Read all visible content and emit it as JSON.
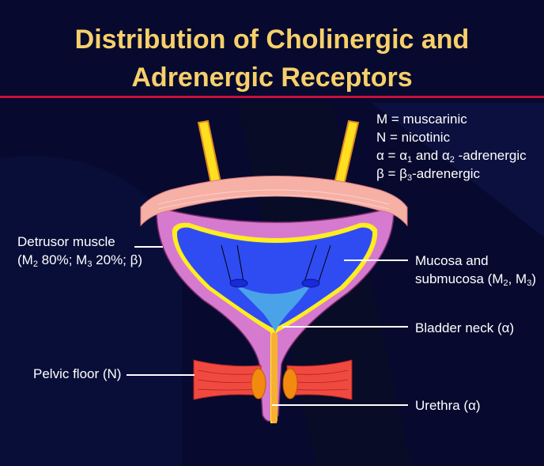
{
  "title": {
    "line1": "Distribution of Cholinergic and",
    "line2": "Adrenergic Receptors"
  },
  "legend": {
    "m": "M = muscarinic",
    "n": "N = nicotinic",
    "alpha": {
      "a": "α = α",
      "s1": "1",
      "b": " and α",
      "s2": "2",
      "c": " -adrenergic"
    },
    "beta": {
      "a": "β = β",
      "s3": "3",
      "b": "-adrenergic"
    }
  },
  "labels": {
    "detrusor": {
      "line1": "Detrusor muscle",
      "a": "(M",
      "s2": "2",
      "b": " 80%; M",
      "s3": "3",
      "c": " 20%; β)"
    },
    "mucosa": {
      "line1": "Mucosa and",
      "a": "submucosa (M",
      "s2": "2",
      "b": ", M",
      "s3": "3",
      "c": ")"
    },
    "bladder_neck": "Bladder neck (α)",
    "pelvic_floor": "Pelvic floor (N)",
    "urethra": "Urethra (α)"
  },
  "colors": {
    "title": "#f7cf6b",
    "rule": "#c8103c",
    "background": "#070a2e"
  }
}
